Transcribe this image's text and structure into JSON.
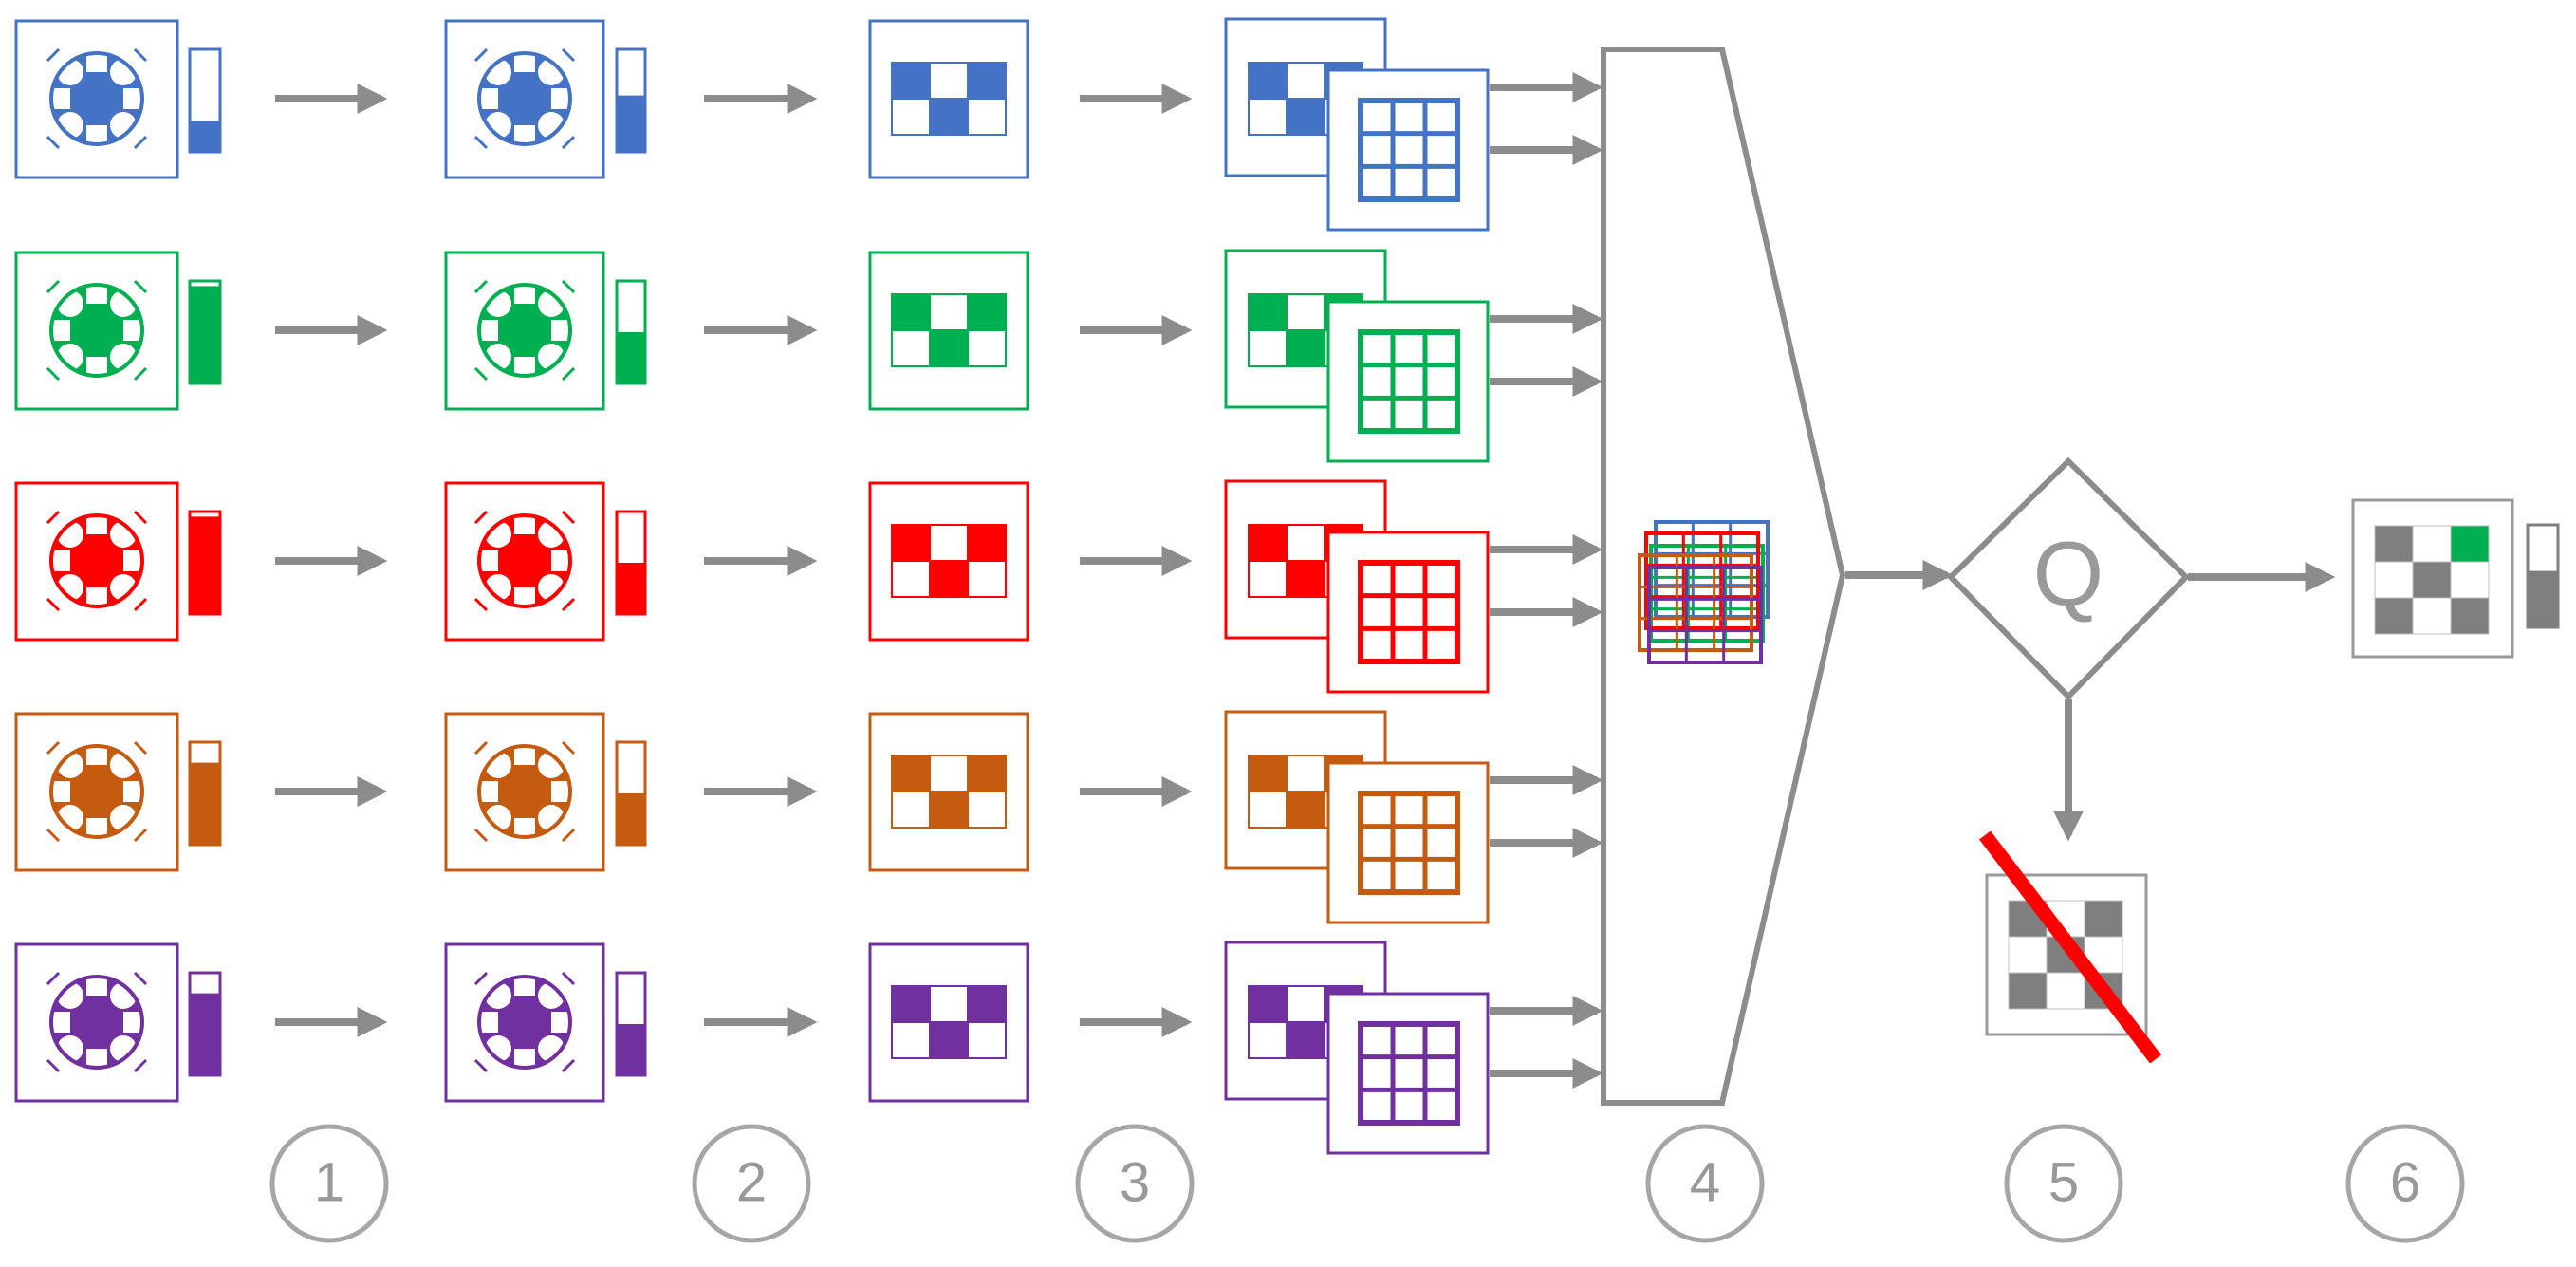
{
  "colors": {
    "pipeline": "#8c8c8c",
    "label_circle": "#a6a6a6",
    "rejected_cross": "#ff0000",
    "accepted_cell": "#00b050",
    "output_gray": "#7f7f7f",
    "channels": [
      "#4472c4",
      "#00b050",
      "#ff0000",
      "#c55a11",
      "#7030a0"
    ]
  },
  "channel_levels": {
    "raw": [
      0.3,
      0.95,
      0.95,
      0.8,
      0.8
    ],
    "corrected": [
      0.55,
      0.5,
      0.5,
      0.5,
      0.5
    ]
  },
  "output_level": 0.55,
  "fusion_node": {
    "label": "Q"
  },
  "steps": [
    {
      "label": "1"
    },
    {
      "label": "2"
    },
    {
      "label": "3"
    },
    {
      "label": "4"
    },
    {
      "label": "5"
    },
    {
      "label": "6"
    }
  ]
}
